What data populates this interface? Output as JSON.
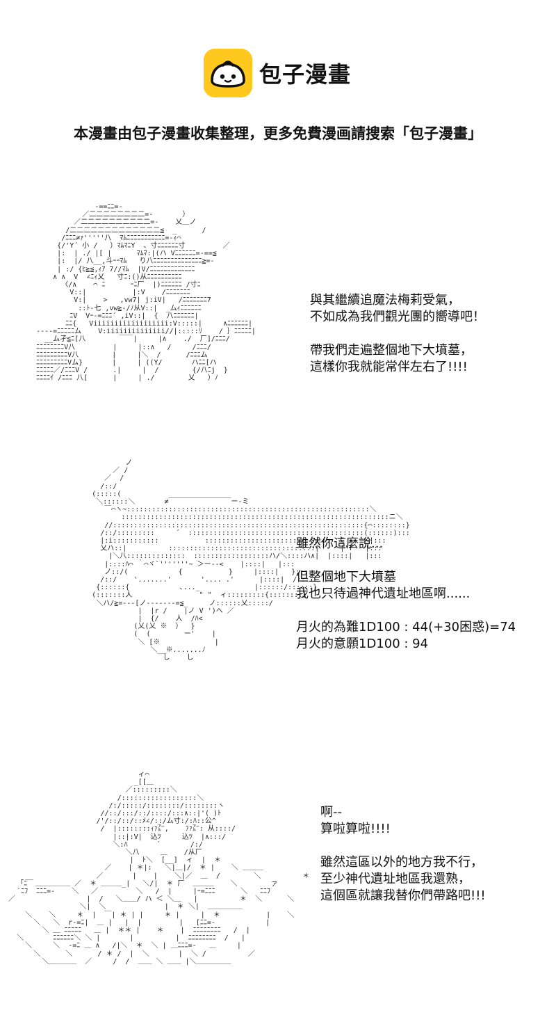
{
  "header": {
    "logo_text": "包子漫畫",
    "notice": "本漫畫由包子漫畫收集整理，更多免費漫画請搜索「包子漫畫」",
    "brand_color": "#ffc81e"
  },
  "panels": [
    {
      "dialogue": [
        "與其繼續追魔法梅莉受氣，",
        "不如成為我們觀光團的嚮導吧！",
        "",
        "帶我們走遍整個地下大墳墓，",
        "這樣你我就能常伴左右了!!!!"
      ]
    },
    {
      "dialogue": [
        "雖然你這麼說...",
        "",
        "但整個地下大墳墓",
        "我也只待過神代遺址地區啊......",
        "",
        "月火的為難1D100 : 44(+30困惑)=74",
        "月火的意願1D100 : 94"
      ]
    },
    {
      "dialogue": [
        "啊--",
        "算啦算啦!!!!",
        "",
        "雖然這區以外的地方我不行，",
        "至少神代遺址地區我還熟，",
        "這個區就讓我替你們帶路吧!!!"
      ]
    }
  ]
}
